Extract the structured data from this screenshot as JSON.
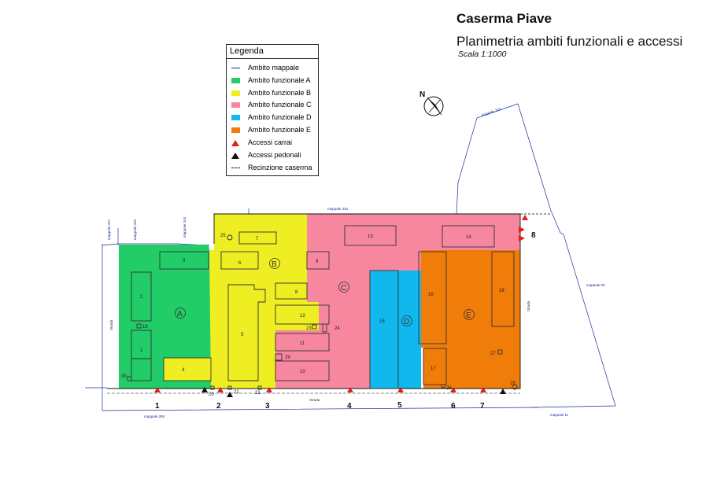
{
  "header": {
    "title": "Caserma Piave",
    "subtitle": "Planimetria ambiti funzionali e accessi",
    "scale": "Scala 1:1000"
  },
  "legend": {
    "title": "Legenda",
    "items": [
      {
        "label": "Ambito mappale",
        "kind": "line",
        "color": "#1a2fa0"
      },
      {
        "label": "Ambito funzionale A",
        "kind": "fill",
        "color": "#22cc66"
      },
      {
        "label": "Ambito funzionale B",
        "kind": "fill",
        "color": "#eeee22"
      },
      {
        "label": "Ambito funzionale C",
        "kind": "fill",
        "color": "#f7879e"
      },
      {
        "label": "Ambito funzionale D",
        "kind": "fill",
        "color": "#11b8ee"
      },
      {
        "label": "Ambito funzionale E",
        "kind": "fill",
        "color": "#f07c0a"
      },
      {
        "label": "Accessi carrai",
        "kind": "triangle",
        "color": "#e0201c"
      },
      {
        "label": "Accessi pedonali",
        "kind": "triangle",
        "color": "#111111"
      },
      {
        "label": "Recinzione caserma",
        "kind": "dash",
        "color": "#111111"
      }
    ]
  },
  "north_label": "N",
  "zones": {
    "A": "A",
    "B": "B",
    "C": "C",
    "D": "D",
    "E": "E"
  },
  "buildings": [
    "1",
    "2",
    "3",
    "4",
    "5",
    "6",
    "7",
    "8",
    "9",
    "10",
    "11",
    "12",
    "13",
    "14",
    "15",
    "16",
    "17",
    "18",
    "19",
    "20",
    "21",
    "22",
    "23",
    "24",
    "25",
    "26",
    "27",
    "28",
    "29",
    "30"
  ],
  "access_numbers": [
    "1",
    "2",
    "3",
    "4",
    "5",
    "6",
    "7",
    "8"
  ],
  "street_labels": {
    "bottom": "Strada",
    "left": "Strada",
    "right": "Strada"
  },
  "parcel_labels": {
    "p343": "mappale 343",
    "p333": "mappale 333",
    "p93": "mappale 93",
    "p289": "mappale 289",
    "p11": "mappale 11",
    "p337": "mappale 337",
    "p345": "mappale 345",
    "p344": "mappale 344"
  }
}
